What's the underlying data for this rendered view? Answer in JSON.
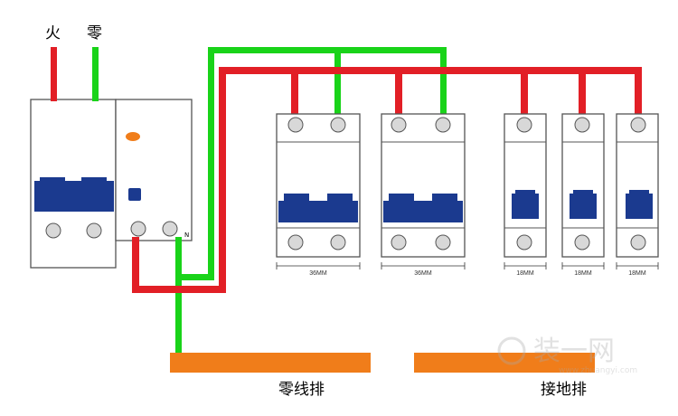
{
  "labels": {
    "live": "火",
    "neutral": "零",
    "neutral_bar": "零线排",
    "ground_bar": "接地排",
    "rcd_n_mark": "N"
  },
  "dimensions": {
    "dp1": "36MM",
    "dp2": "36MM",
    "sp1": "18MM",
    "sp2": "18MM",
    "sp3": "18MM"
  },
  "watermark": {
    "text": "装一网",
    "url": "www.zhuangyi.com"
  },
  "colors": {
    "live_wire": "#e21f26",
    "neutral_wire": "#19d319",
    "handle": "#1b3a8f",
    "busbar": "#f07d1a",
    "indicator": "#f07d1a",
    "outline": "#555555",
    "terminal": "#d8d8d8"
  }
}
